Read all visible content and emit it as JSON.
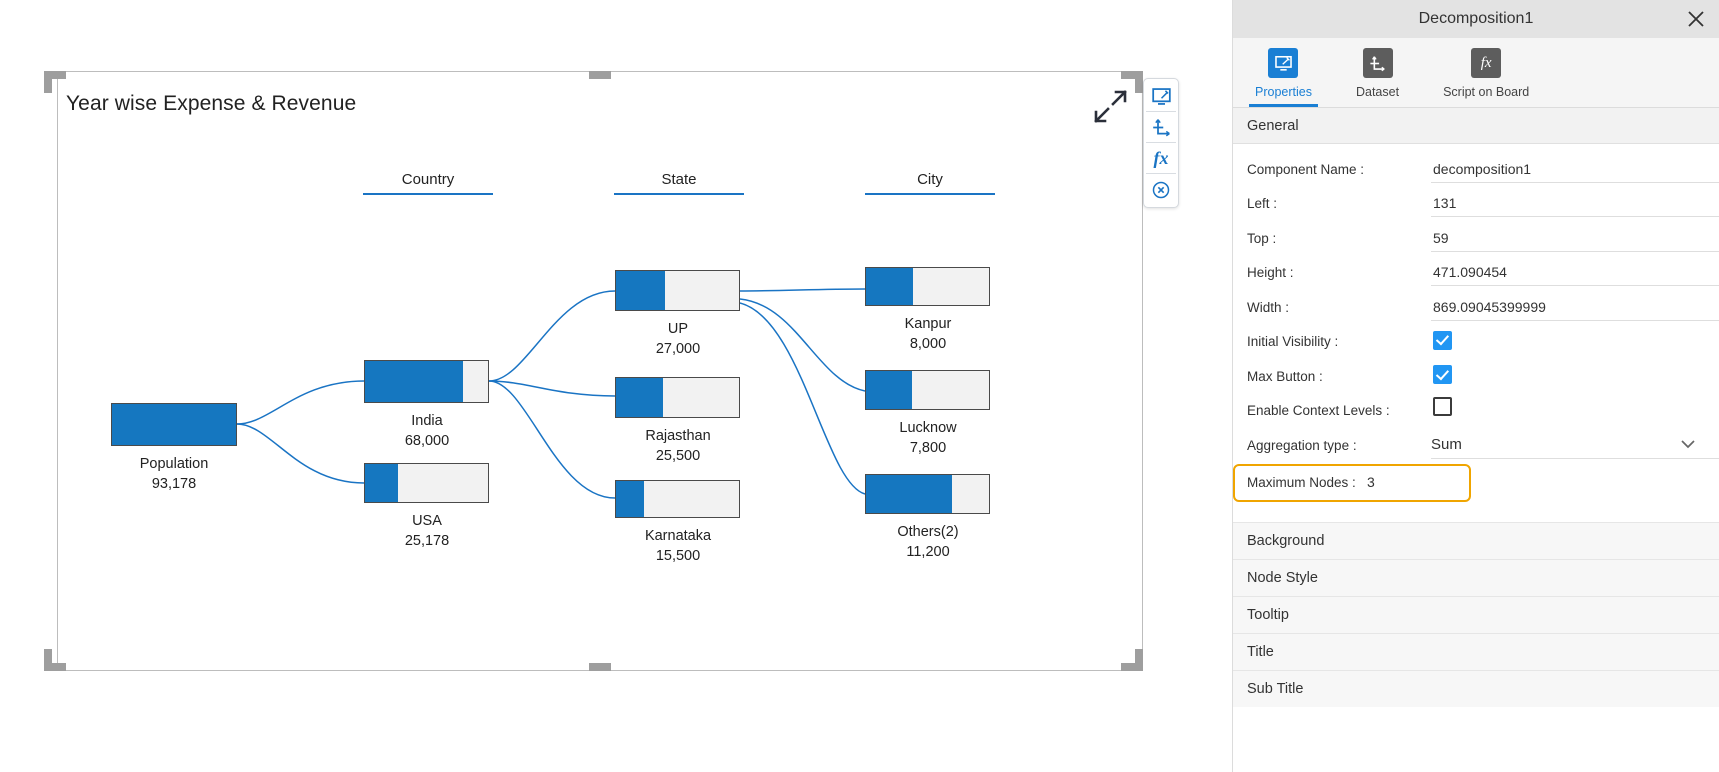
{
  "canvas": {
    "chart_title": "Year wise Expense & Revenue",
    "expand_icon": "expand-arrows-icon",
    "toolbar_icons": [
      "screen-edit-icon",
      "axis-dataset-icon",
      "fx-script-icon",
      "close-circle-icon"
    ]
  },
  "chart_data": {
    "type": "tree",
    "title": "Year wise Expense & Revenue",
    "columns": [
      "Country",
      "State",
      "City"
    ],
    "root": {
      "label": "Population",
      "value": "93,178",
      "value_num": 93178,
      "fill_pct": 100
    },
    "levels": [
      {
        "header": "Country",
        "nodes": [
          {
            "label": "India",
            "value": "68,000",
            "value_num": 68000,
            "fill_pct": 80
          },
          {
            "label": "USA",
            "value": "25,178",
            "value_num": 25178,
            "fill_pct": 27
          }
        ]
      },
      {
        "header": "State",
        "nodes": [
          {
            "label": "UP",
            "value": "27,000",
            "value_num": 27000,
            "fill_pct": 40
          },
          {
            "label": "Rajasthan",
            "value": "25,500",
            "value_num": 25500,
            "fill_pct": 38
          },
          {
            "label": "Karnataka",
            "value": "15,500",
            "value_num": 15500,
            "fill_pct": 23
          }
        ]
      },
      {
        "header": "City",
        "nodes": [
          {
            "label": "Kanpur",
            "value": "8,000",
            "value_num": 8000,
            "fill_pct": 38
          },
          {
            "label": "Lucknow",
            "value": "7,800",
            "value_num": 7800,
            "fill_pct": 37
          },
          {
            "label": "Others(2)",
            "value": "11,200",
            "value_num": 11200,
            "fill_pct": 70
          }
        ]
      }
    ],
    "node_fill_color": "#1577c0",
    "node_track_color": "#f2f2f2",
    "link_color": "#1a74c4"
  },
  "panel": {
    "title": "Decomposition1",
    "close_icon": "close-icon",
    "tabs": [
      {
        "label": "Properties",
        "icon": "screen-edit-icon",
        "glyph": "",
        "active": true
      },
      {
        "label": "Dataset",
        "icon": "axis-dataset-icon",
        "glyph": "",
        "active": false
      },
      {
        "label": "Script on Board",
        "icon": "fx-script-icon",
        "glyph": "fx",
        "active": false
      }
    ],
    "general_section": "General",
    "properties": [
      {
        "label": "Component Name :",
        "value": "decomposition1",
        "type": "text"
      },
      {
        "label": "Left :",
        "value": "131",
        "type": "text"
      },
      {
        "label": "Top :",
        "value": "59",
        "type": "text"
      },
      {
        "label": "Height :",
        "value": "471.090454",
        "type": "text"
      },
      {
        "label": "Width :",
        "value": "869.09045399999",
        "type": "text"
      },
      {
        "label": "Initial Visibility :",
        "value": "",
        "type": "checkbox",
        "checked": true
      },
      {
        "label": "Max Button :",
        "value": "",
        "type": "checkbox",
        "checked": true
      },
      {
        "label": "Enable Context Levels :",
        "value": "",
        "type": "checkbox",
        "checked": false
      },
      {
        "label": "Aggregation type :",
        "value": "Sum",
        "type": "select"
      }
    ],
    "highlighted": {
      "label": "Maximum Nodes :",
      "value": "3",
      "accent": "#f0a500"
    },
    "accordion": [
      "Background",
      "Node Style",
      "Tooltip",
      "Title",
      "Sub Title"
    ]
  }
}
